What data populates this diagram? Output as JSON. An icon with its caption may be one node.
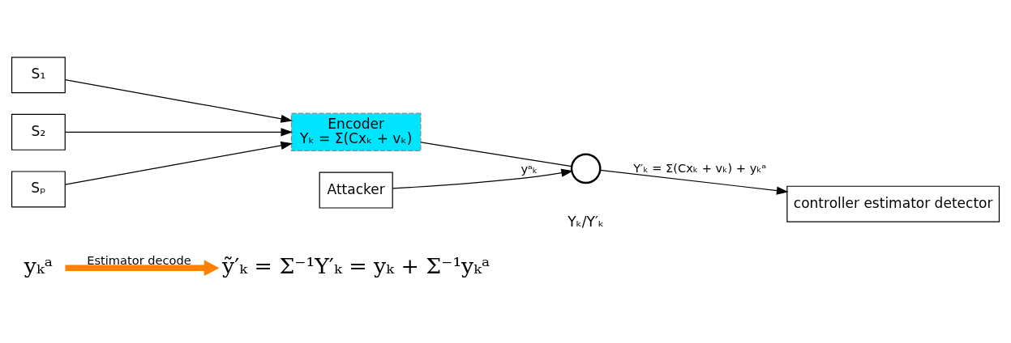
{
  "diagram": {
    "nodes": [
      {
        "text": [
          "S₁"
        ]
      },
      {
        "text": [
          "S₂"
        ]
      },
      {
        "text": [
          "Sₚ"
        ]
      },
      {
        "text": [
          "Encoder",
          "Yₖ = Σ(Cxₖ + vₖ)"
        ]
      },
      {
        "text": [
          "Attacker"
        ]
      },
      {
        "text": [],
        "shape": "circle"
      },
      {
        "text": [
          "controller estimator detector"
        ]
      },
      {
        "text": [
          "yₖᵃ"
        ]
      },
      {
        "text": [
          "ỹ′ₖ = Σ⁻¹Y′ₖ = yₖ + Σ⁻¹yₖᵃ"
        ]
      }
    ],
    "edges": [
      {
        "from": 0,
        "to": 3,
        "arrow": "to"
      },
      {
        "from": 1,
        "to": 3,
        "arrow": "to"
      },
      {
        "from": 2,
        "to": 3,
        "arrow": "to"
      },
      {
        "from": 3,
        "to": 5,
        "arrow": "none"
      },
      {
        "from": 4,
        "to": 5,
        "arrow": "to",
        "label": "yᵃₖ"
      },
      {
        "from": 5,
        "to": 6,
        "arrow": "to",
        "label": "Y′ₖ = Σ(Cxₖ + vₖ) + yₖᵃ"
      },
      {
        "from": 7,
        "to": 8,
        "arrow": "to",
        "label": "Estimator decode",
        "style": "thick",
        "color": "#ff7f00"
      }
    ],
    "labels": [
      "Yₖ/Y′ₖ"
    ]
  }
}
